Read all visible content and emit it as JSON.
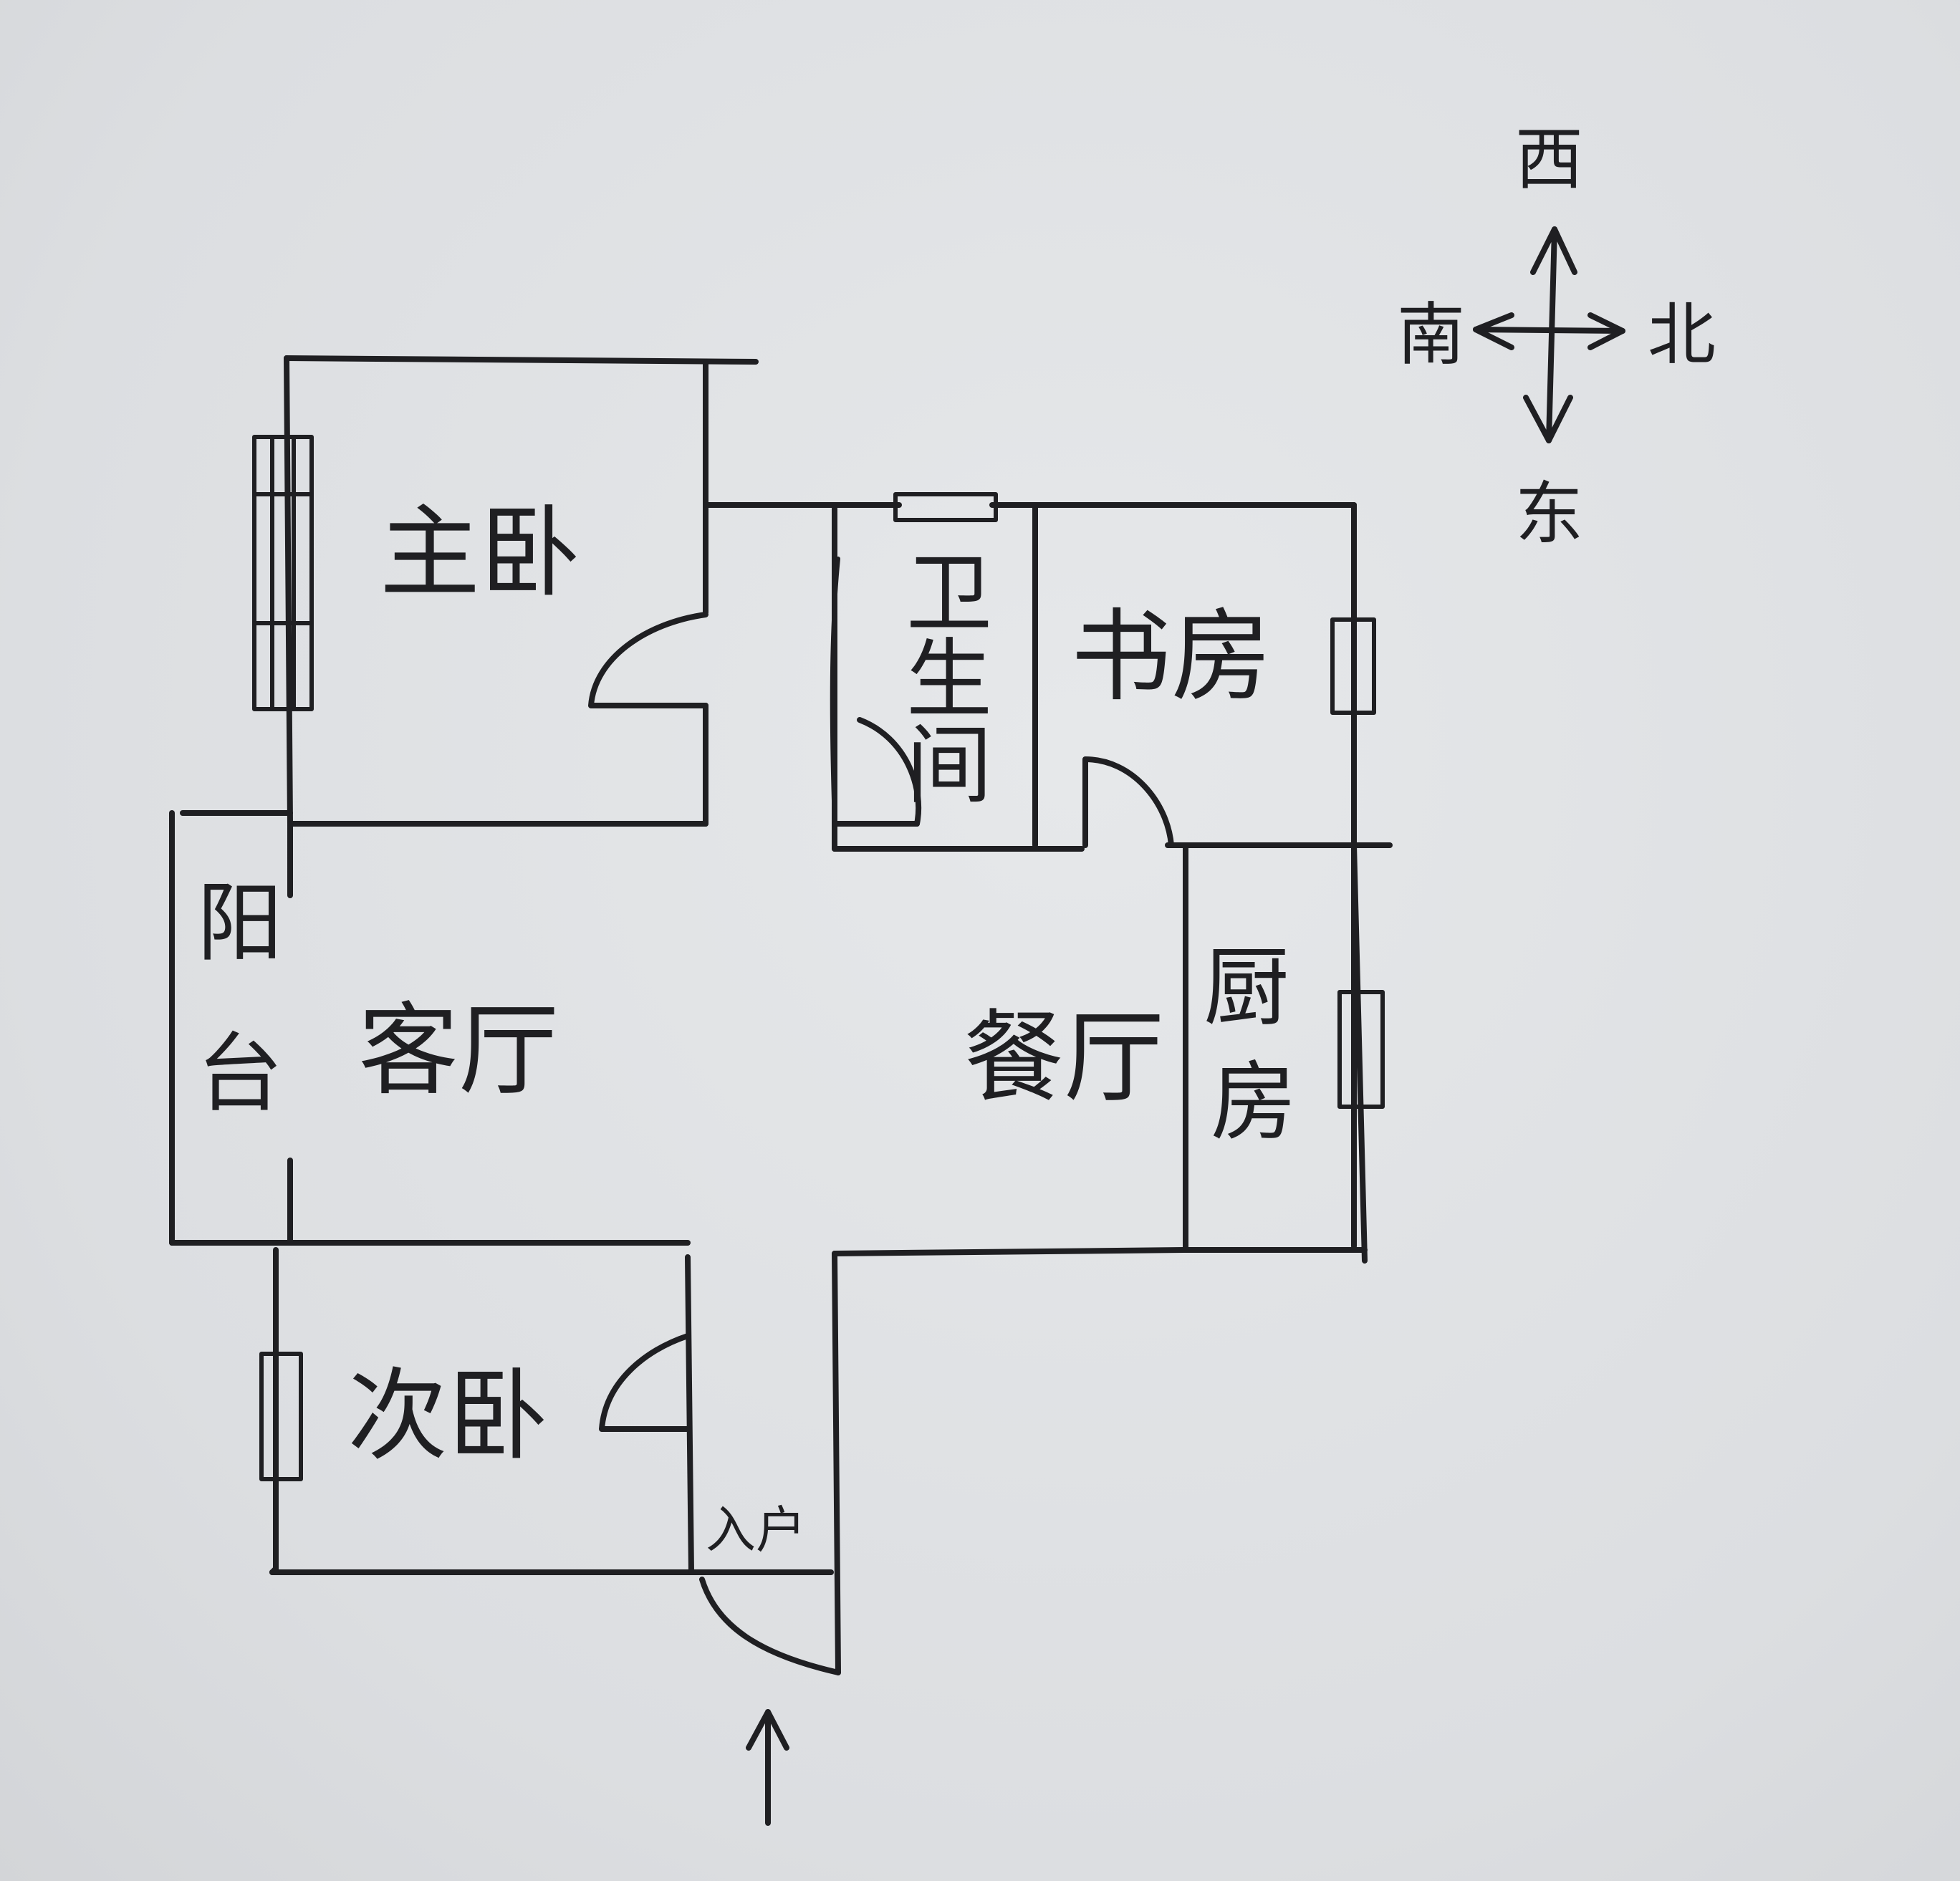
{
  "rooms": {
    "master_bedroom": "主卧",
    "bathroom": "卫生间",
    "study": "书房",
    "balcony_1": "阳",
    "balcony_2": "台",
    "living_room": "客厅",
    "dining_room": "餐厅",
    "kitchen_1": "厨",
    "kitchen_2": "房",
    "second_bedroom": "次卧"
  },
  "entrance": "入户",
  "compass": {
    "top": "西",
    "left": "南",
    "right": "北",
    "bottom": "东"
  },
  "colors": {
    "ink": "#1f1f22",
    "paper": "#dfe1e3"
  }
}
